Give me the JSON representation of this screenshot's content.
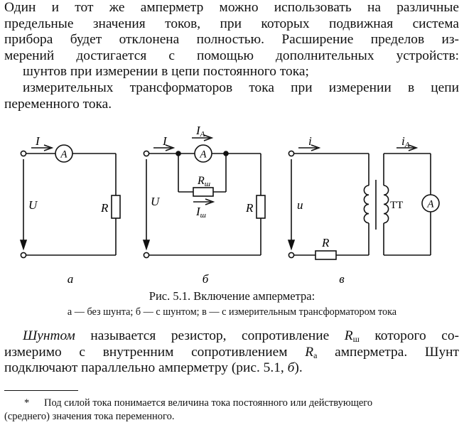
{
  "paragraph1": {
    "lines": [
      "Один и тот же амперметр можно использовать на различные",
      "предельные значения токов, при которых подвижная система",
      "прибора будет отклонена полностью. Расширение пределов из-",
      "мерений достигается с помощью дополнительных устройств:"
    ],
    "item1": "шунтов при измерении в цепи постоянного тока;",
    "item2_line1": "измерительных трансформаторов тока при измерении в цепи",
    "item2_line2": "переменного тока."
  },
  "figure": {
    "circuit_a": {
      "current_label": "I",
      "ammeter_label": "A",
      "voltage_label": "U",
      "resistor_label": "R",
      "sublabel": "а"
    },
    "circuit_b": {
      "current_label": "I",
      "ammeter_current_main": "I",
      "ammeter_current_sub": "A",
      "ammeter_label": "A",
      "shunt_label_main": "R",
      "shunt_label_sub": "ш",
      "shunt_current_main": "I",
      "shunt_current_sub": "ш",
      "voltage_label": "U",
      "resistor_label": "R",
      "sublabel": "б"
    },
    "circuit_c": {
      "current_label": "i",
      "secondary_current_main": "i",
      "secondary_current_sub": "А",
      "transformer_label": "ТТ",
      "ammeter_label": "A",
      "voltage_label": "u",
      "resistor_label": "R",
      "sublabel": "в"
    },
    "caption_title": "Рис. 5.1. Включение амперметра:",
    "caption_detail": "а — без шунта; б — с шунтом; в — с измерительным трансформатором тока"
  },
  "paragraph2": {
    "term": "Шунтом",
    "part1": " называется резистор, сопротивление ",
    "r_main": "R",
    "r_sub": "ш",
    "part2": " которого со-",
    "line2_part1": "измеримо с внутренним сопротивлением ",
    "ra_main": "R",
    "ra_sub": "а",
    "line2_part2": " амперметра. Шунт",
    "line3_part1": "подключают параллельно амперметру (рис. 5.1, ",
    "line3_ref": "б",
    "line3_part2": ")."
  },
  "footnote": {
    "marker": "*",
    "line1": "Под силой тока понимается величина тока постоянного или действующего",
    "line2": "(среднего) значения тока переменного."
  }
}
